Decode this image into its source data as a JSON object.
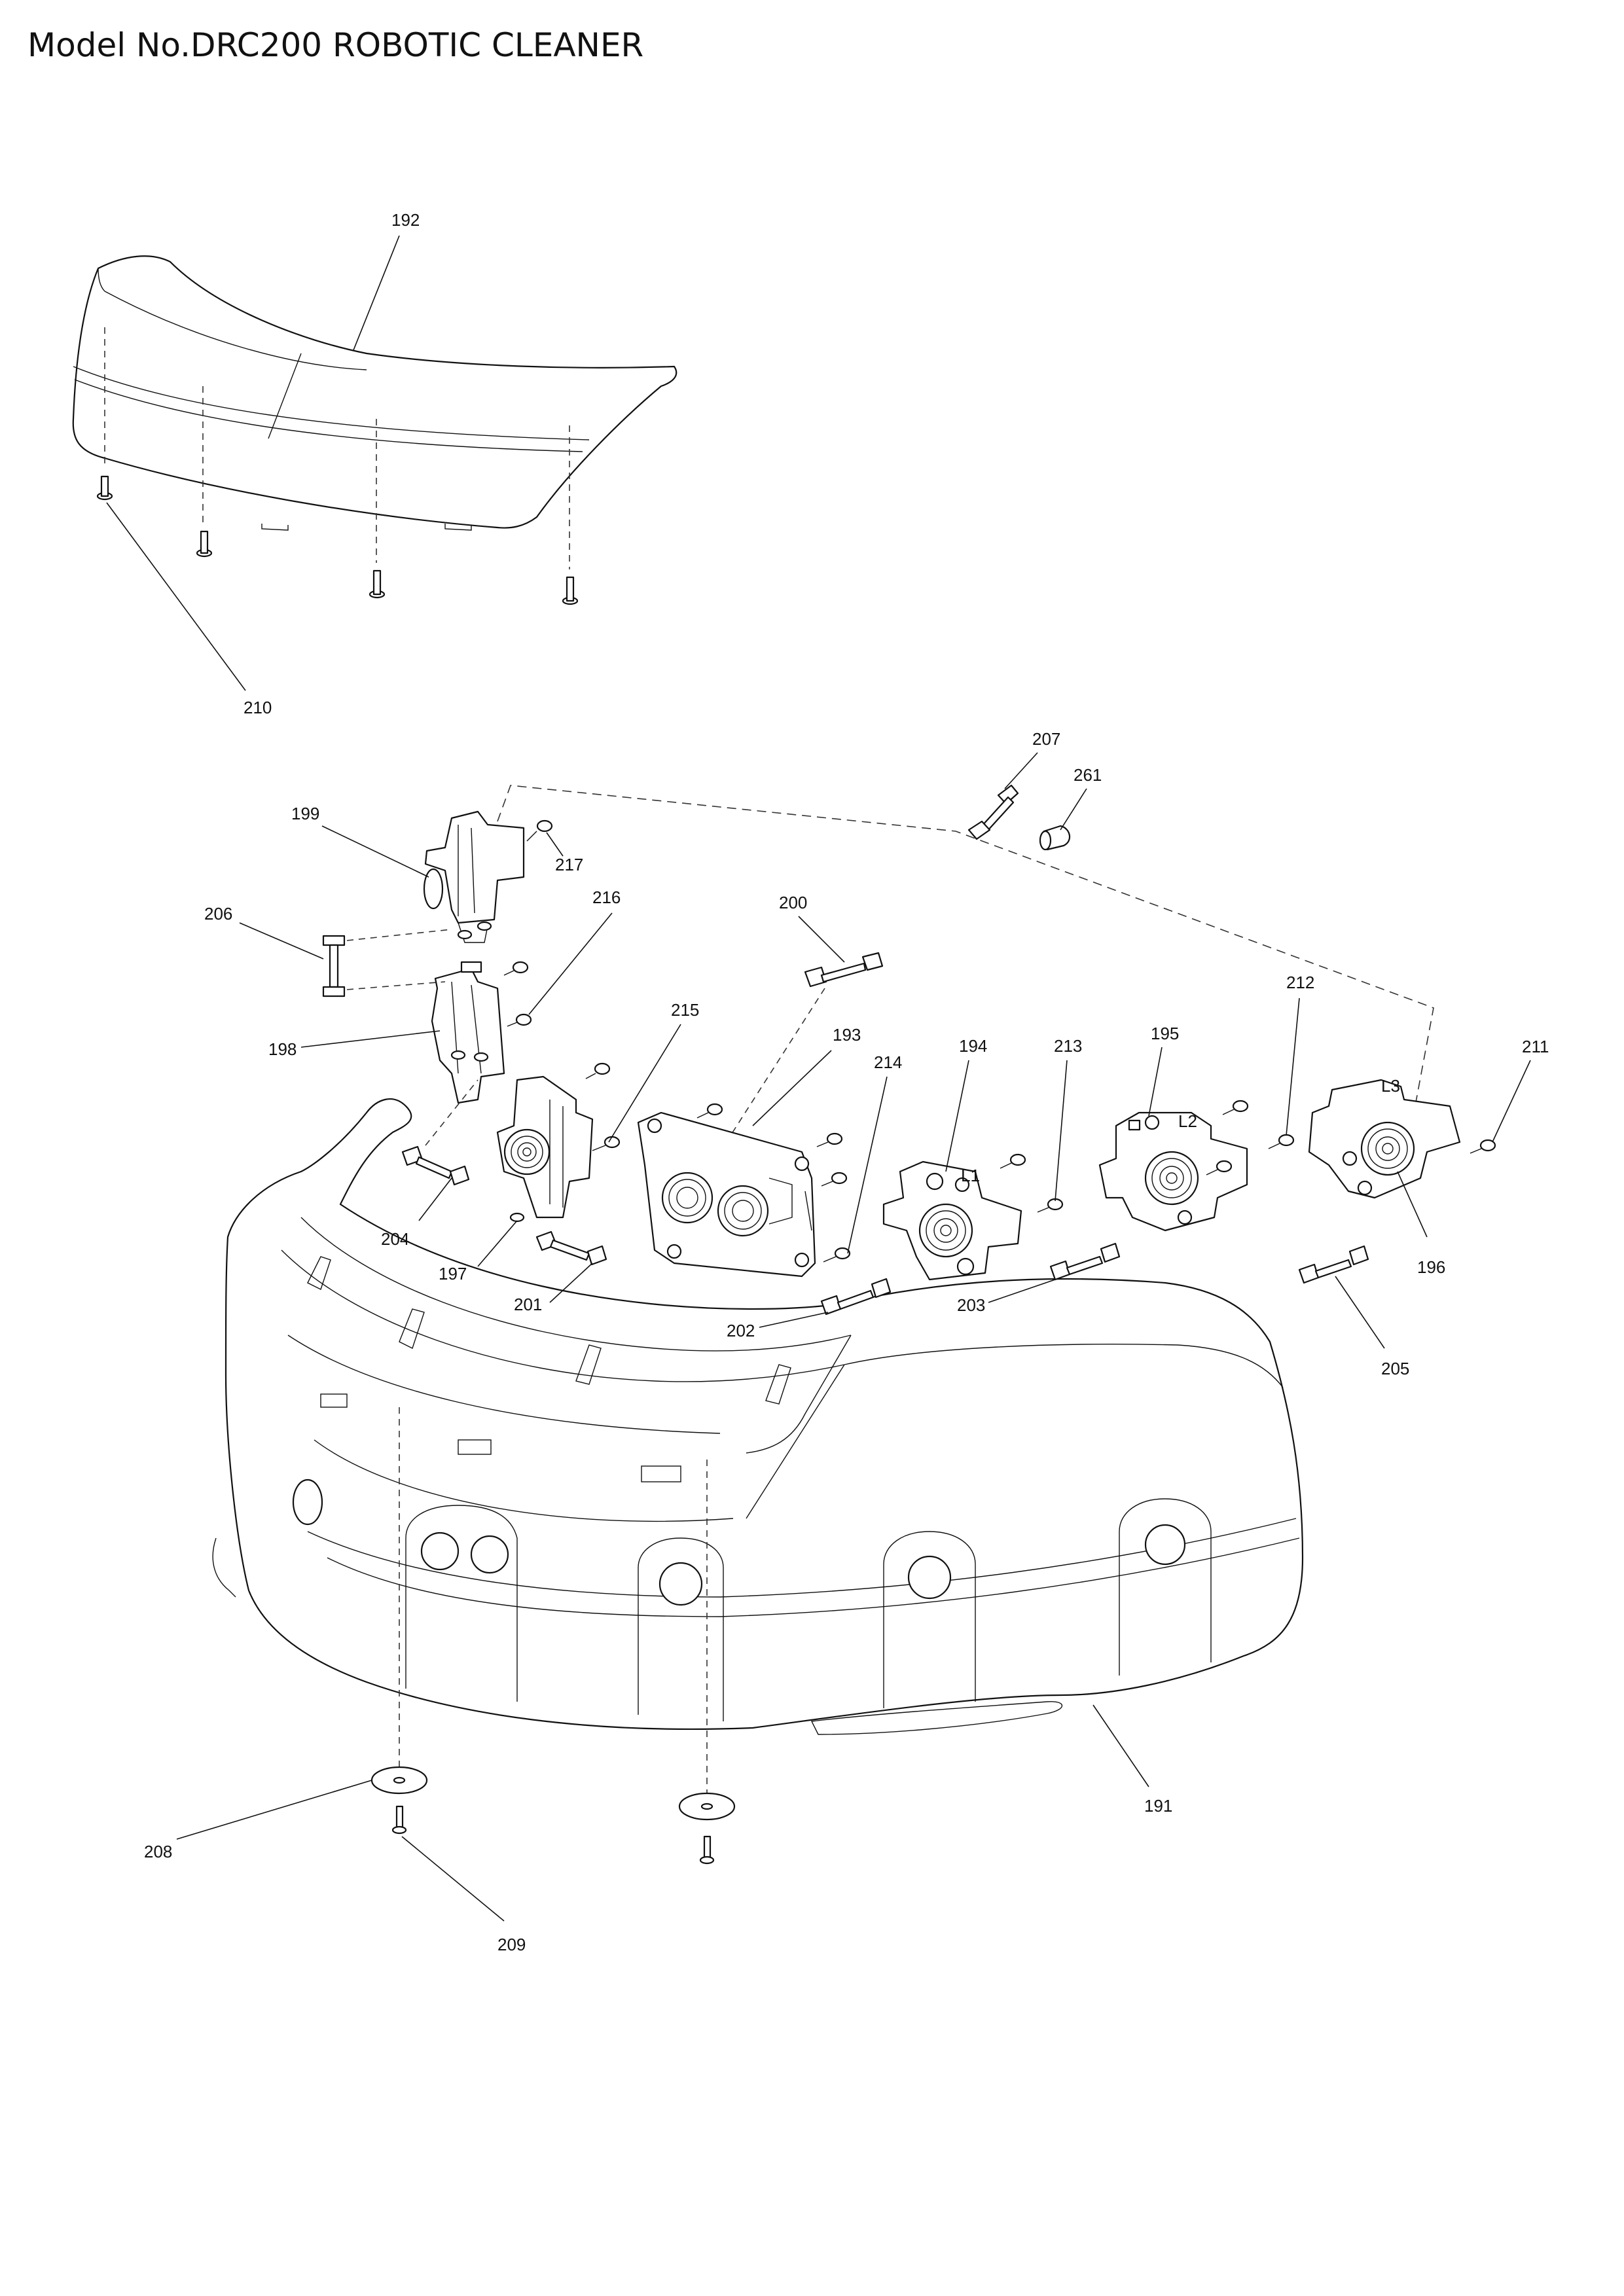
{
  "title": "Model No.DRC200 ROBOTIC CLEANER",
  "callouts": {
    "c191": "191",
    "c192": "192",
    "c193": "193",
    "c194": "194",
    "c195": "195",
    "c196": "196",
    "c197": "197",
    "c198": "198",
    "c199": "199",
    "c200": "200",
    "c201": "201",
    "c202": "202",
    "c203": "203",
    "c204": "204",
    "c205": "205",
    "c206": "206",
    "c207": "207",
    "c208": "208",
    "c209": "209",
    "c210": "210",
    "c211": "211",
    "c212": "212",
    "c213": "213",
    "c214": "214",
    "c215": "215",
    "c216": "216",
    "c217": "217",
    "c261": "261"
  },
  "sensor_marks": {
    "m194": "L1",
    "m195": "L2",
    "m196": "L3"
  }
}
